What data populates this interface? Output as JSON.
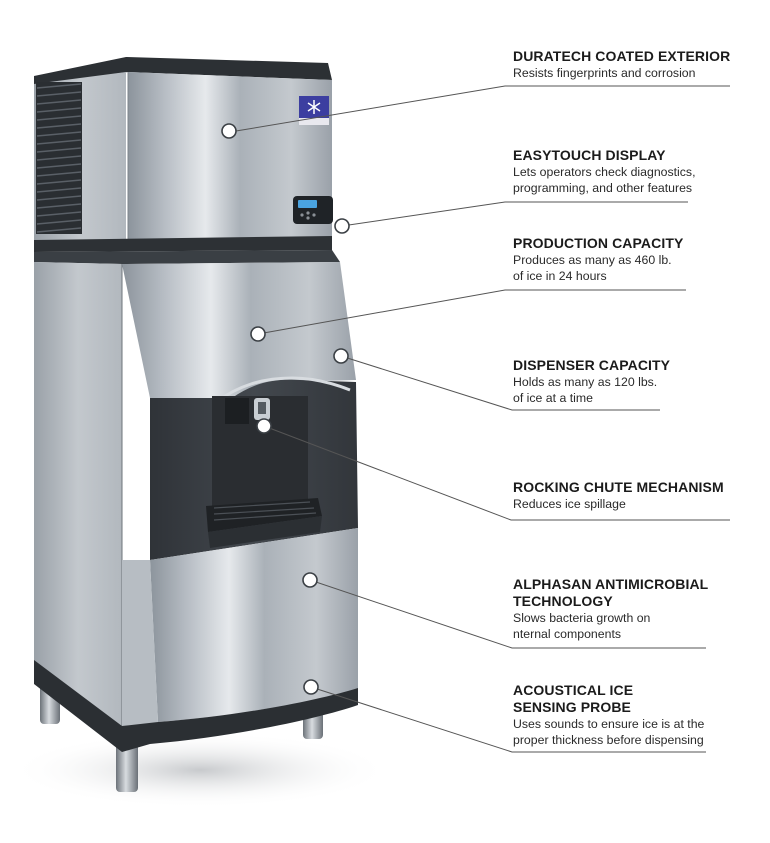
{
  "diagram": {
    "subject": "ice-machine-with-dispenser",
    "colors": {
      "steel_light": "#d7dbe0",
      "steel_mid": "#a9b0b8",
      "steel_dark": "#6f7780",
      "trim_dark": "#2e3236",
      "dispenser_panel": "#3a3e43",
      "logo_blue": "#3c3ea0",
      "display_blue": "#4aa3e0",
      "callout_line": "#555555",
      "dot_fill": "#ffffff"
    },
    "callouts": [
      {
        "id": "duratech",
        "title": "DURATECH COATED EXTERIOR",
        "desc_lines": [
          "Resists fingerprints and corrosion"
        ]
      },
      {
        "id": "easytouch",
        "title": "EASYTOUCH DISPLAY",
        "desc_lines": [
          "Lets operators check diagnostics,",
          "programming, and other features"
        ]
      },
      {
        "id": "production",
        "title": "PRODUCTION CAPACITY",
        "desc_lines": [
          "Produces as many as 460 lb.",
          "of ice in 24 hours"
        ]
      },
      {
        "id": "dispenser",
        "title": "DISPENSER CAPACITY",
        "desc_lines": [
          "Holds as many as 120 lbs.",
          "of ice at a time"
        ]
      },
      {
        "id": "rocking",
        "title": "ROCKING CHUTE MECHANISM",
        "desc_lines": [
          "Reduces ice spillage"
        ]
      },
      {
        "id": "alphasan",
        "title_lines": [
          "ALPHASAN ANTIMICROBIAL",
          "TECHNOLOGY"
        ],
        "desc_lines": [
          "Slows bacteria growth on",
          "nternal components"
        ]
      },
      {
        "id": "acoustical",
        "title_lines": [
          "ACOUSTICAL ICE",
          "SENSING PROBE"
        ],
        "desc_lines": [
          "Uses sounds to ensure ice is at the",
          "proper thickness before dispensing"
        ]
      }
    ]
  }
}
